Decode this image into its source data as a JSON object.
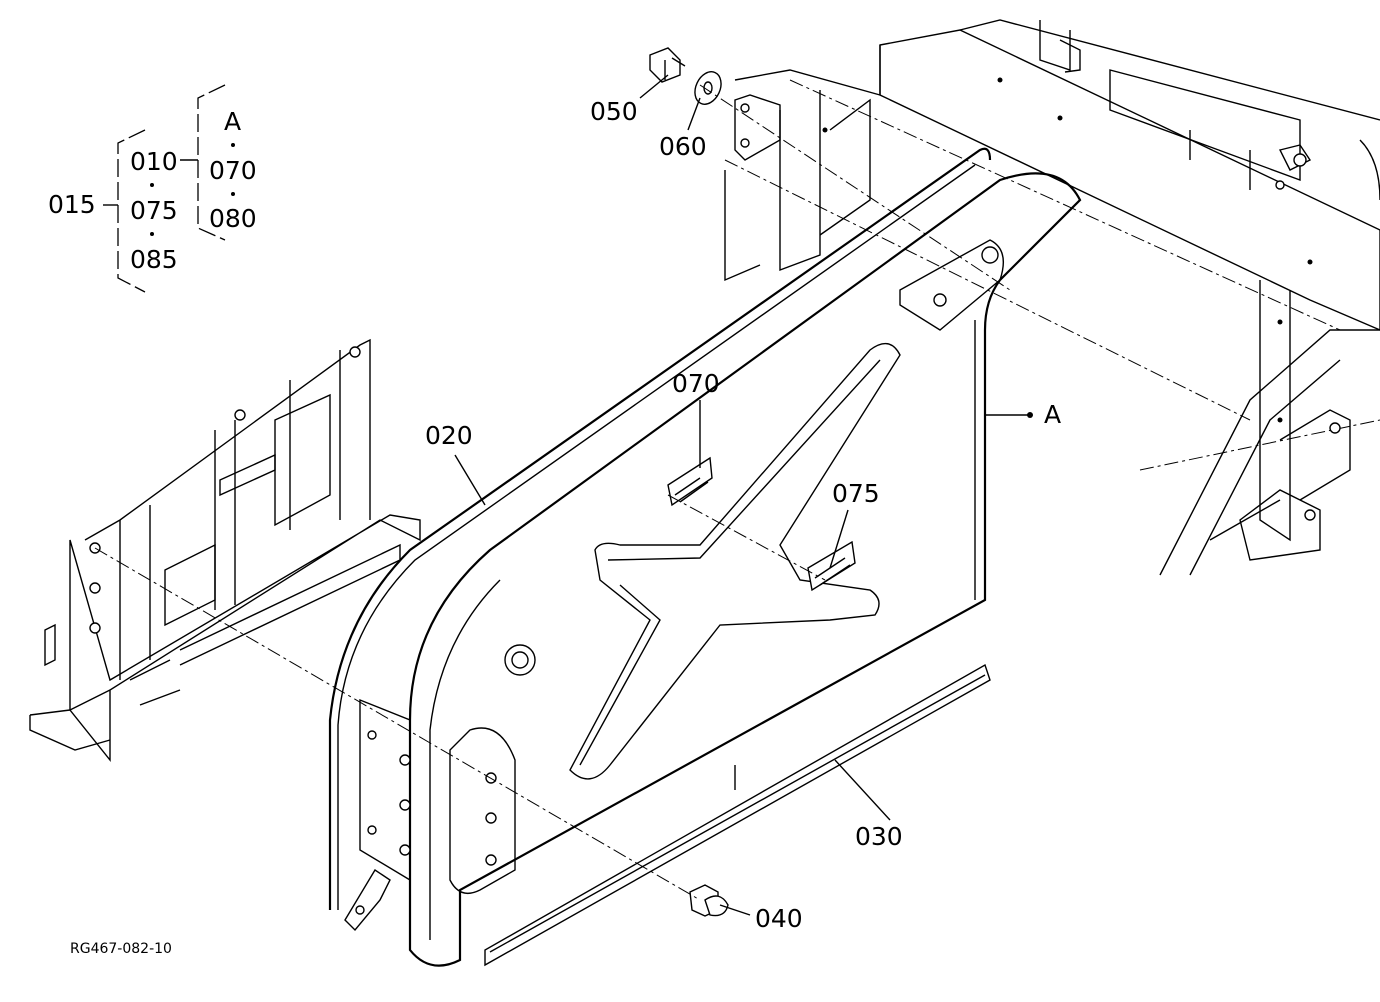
{
  "labels": {
    "p015": "015",
    "p010": "010",
    "p075_group": "075",
    "p085": "085",
    "pA_group": "A",
    "p070_group": "070",
    "p080": "080",
    "p050": "050",
    "p060": "060",
    "p070": "070",
    "p075": "075",
    "pA": "A",
    "p020": "020",
    "p030": "030",
    "p040": "040"
  },
  "drawing_code": "RG467-082-10"
}
